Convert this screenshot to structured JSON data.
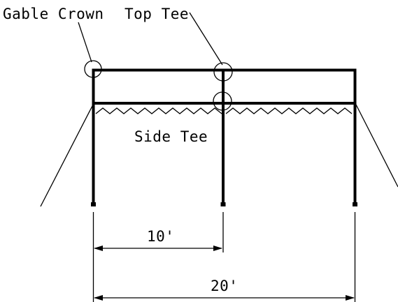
{
  "labels": {
    "gable_crown": "Gable Crown",
    "top_tee": "Top Tee",
    "side_tee": "Side Tee"
  },
  "dimensions": {
    "half_span": "10'",
    "full_span": "20'"
  },
  "colors": {
    "ink": "#000000",
    "background": "#ffffff"
  }
}
